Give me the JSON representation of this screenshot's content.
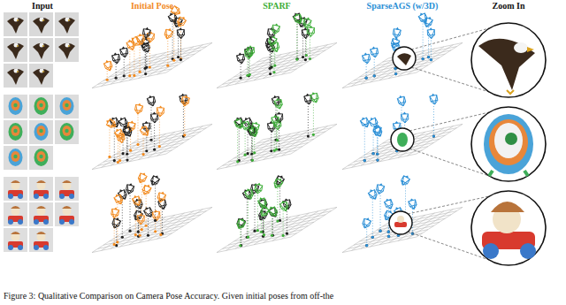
{
  "diagram": {
    "caption": "Figure 3: Qualitative Comparison on Camera Pose Accuracy. Given initial poses from off-the",
    "labels": [
      "Input",
      "Initial Pose",
      "SPARF",
      "SparseAGS (w/3D)",
      "Zoom In"
    ]
  }
}
